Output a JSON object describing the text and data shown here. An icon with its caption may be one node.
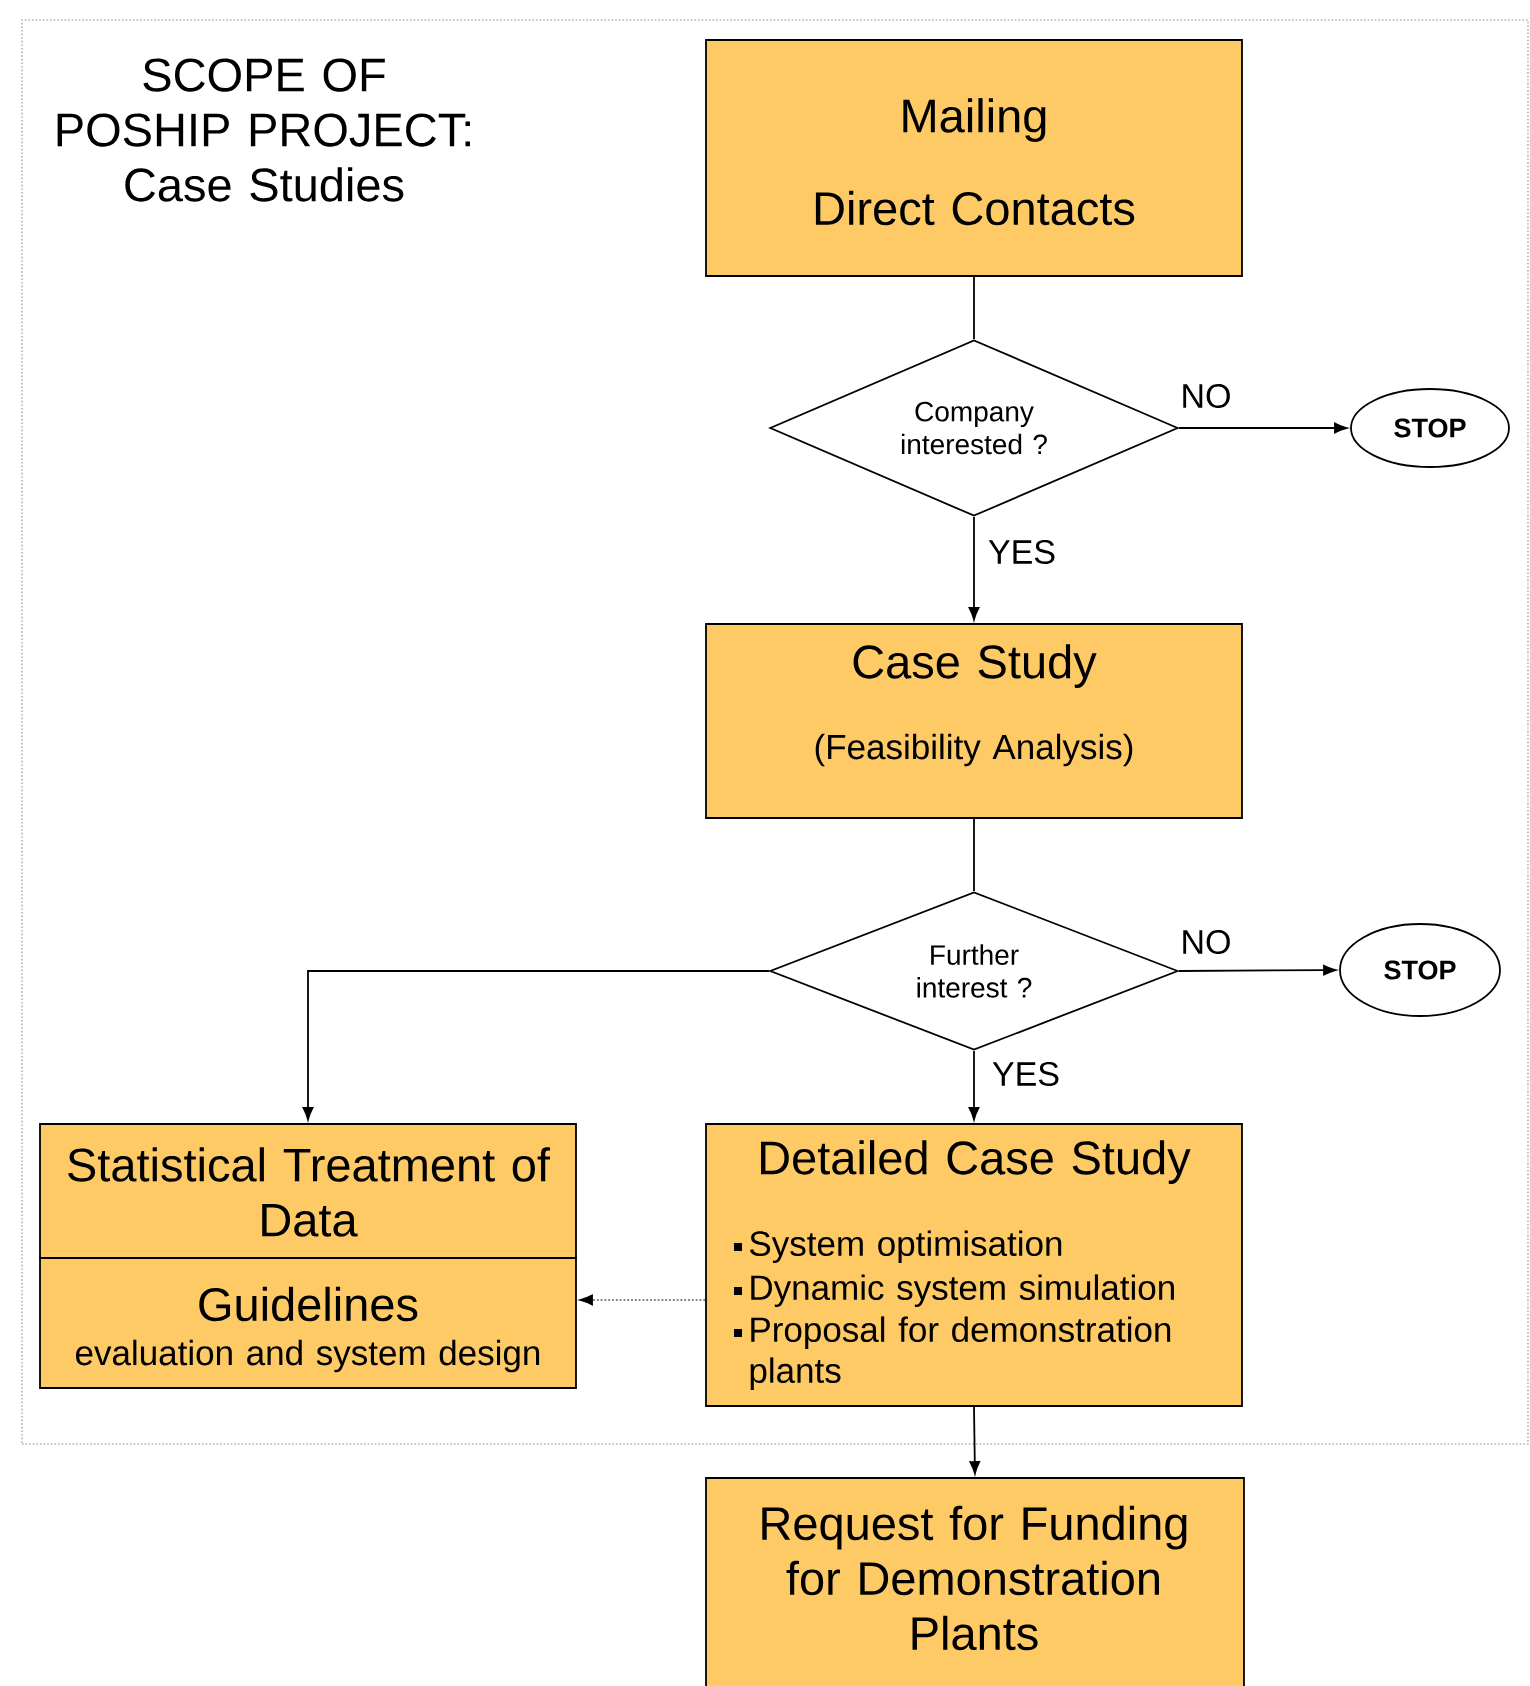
{
  "diagram": {
    "nodes": [
      {
        "text": [
          "SCOPE OF POSHIP PROJECT: Case Studies"
        ]
      },
      {
        "text": [
          "Mailing",
          "Direct Contacts"
        ],
        "in": 0
      },
      {
        "text": [
          "Company interested ?"
        ],
        "in": 0
      },
      {
        "text": [
          "STOP"
        ],
        "in": 0
      },
      {
        "text": [
          "Case Study",
          "(Feasibility Analysis)"
        ],
        "in": 0
      },
      {
        "text": [
          "Further interest ?"
        ],
        "in": 0
      },
      {
        "text": [
          "STOP"
        ],
        "in": 0
      },
      {
        "text": [
          "Statistical Treatment of Data"
        ],
        "in": 0
      },
      {
        "text": [
          "Guidelines",
          "evaluation and system design"
        ],
        "in": 0
      },
      {
        "text": [
          "Detailed Case Study",
          "System optimisation",
          "Dynamic system simulation",
          "Proposal for demonstration plants"
        ],
        "in": 0
      },
      {
        "text": [
          "Request for Funding for Demonstration Plants"
        ]
      }
    ],
    "edges": [
      {
        "from": 1,
        "to": 2,
        "arrow": "none"
      },
      {
        "from": 2,
        "to": 3,
        "arrow": "to",
        "label": "NO"
      },
      {
        "from": 2,
        "to": 4,
        "arrow": "to",
        "label": "YES"
      },
      {
        "from": 4,
        "to": 5,
        "arrow": "none"
      },
      {
        "from": 5,
        "to": 6,
        "arrow": "to",
        "label": "NO"
      },
      {
        "from": 5,
        "to": 9,
        "arrow": "to",
        "label": "YES"
      },
      {
        "from": 5,
        "to": 7,
        "arrow": "to"
      },
      {
        "from": 9,
        "to": 8,
        "arrow": "to",
        "style": "dashed"
      },
      {
        "from": 9,
        "to": 10,
        "arrow": "to"
      }
    ]
  }
}
